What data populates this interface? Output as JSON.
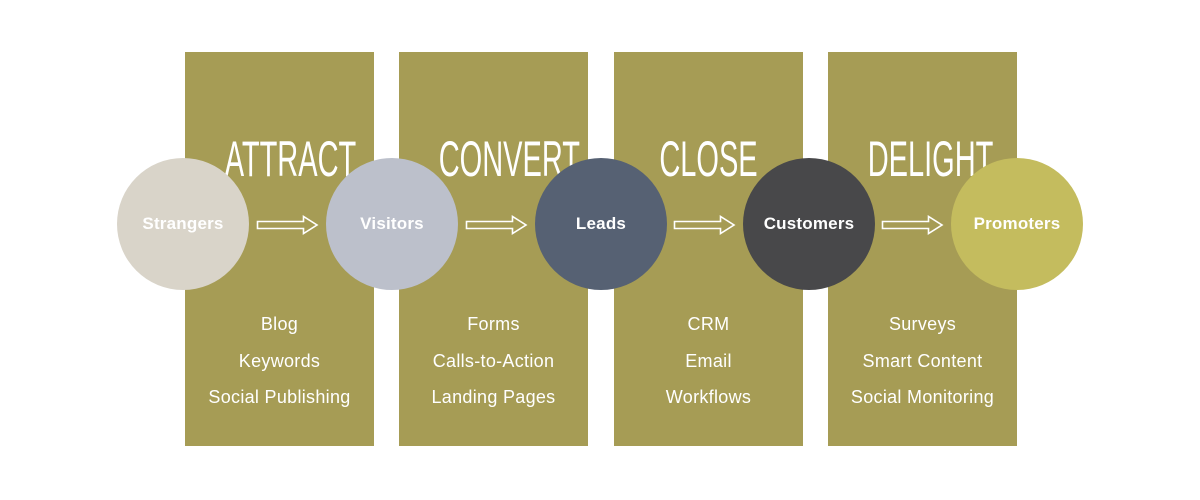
{
  "methodology": {
    "phases": [
      {
        "title": "ATTRACT",
        "tools": [
          "Blog",
          "Keywords",
          "Social Publishing"
        ]
      },
      {
        "title": "CONVERT",
        "tools": [
          "Forms",
          "Calls-to-Action",
          "Landing Pages"
        ]
      },
      {
        "title": "CLOSE",
        "tools": [
          "CRM",
          "Email",
          "Workflows"
        ]
      },
      {
        "title": "DELIGHT",
        "tools": [
          "Surveys",
          "Smart Content",
          "Social Monitoring"
        ]
      }
    ],
    "stages": [
      {
        "label": "Strangers",
        "color": "#D9D4C9"
      },
      {
        "label": "Visitors",
        "color": "#BCC0CB"
      },
      {
        "label": "Leads",
        "color": "#566173"
      },
      {
        "label": "Customers",
        "color": "#48484A"
      },
      {
        "label": "Promoters",
        "color": "#C4BC5E"
      }
    ],
    "arrow_icon": "right-arrow-outline-icon"
  },
  "colors": {
    "column": "#A69C55",
    "text": "#FFFFFF",
    "arrow_stroke": "#FFFFFF"
  }
}
